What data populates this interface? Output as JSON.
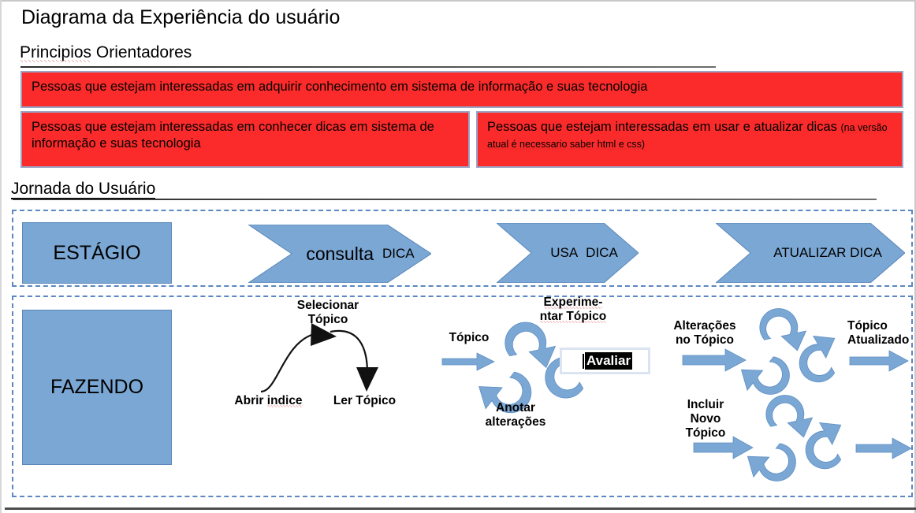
{
  "document": {
    "title": "Diagrama da Experiência do usuário"
  },
  "sections": {
    "principles": {
      "heading": "Principios Orientadores",
      "heading_misspelled_word": "Principios",
      "boxes": [
        {
          "id": "principle-1",
          "text": "Pessoas que estejam interessadas em adquirir conhecimento em sistema de informação e suas tecnologia"
        },
        {
          "id": "principle-2",
          "text": "Pessoas que estejam interessadas em conhecer dicas em sistema de informação e suas tecnologia"
        },
        {
          "id": "principle-3",
          "text_main": "Pessoas que estejam interessadas em usar e atualizar dicas",
          "text_note": "(na versão atual é necessario saber html e css)"
        }
      ]
    },
    "journey": {
      "heading": "Jornada do Usuário",
      "stage_row": {
        "label": "ESTÁGIO",
        "steps": [
          {
            "id": "step-consulta",
            "primary": "consulta",
            "secondary": "DICA"
          },
          {
            "id": "step-usa",
            "primary": "USA",
            "secondary": "DICA"
          },
          {
            "id": "step-atualizar",
            "primary": "ATUALIZAR DICA",
            "secondary": ""
          }
        ]
      },
      "doing_row": {
        "label": "FAZENDO",
        "group_read": {
          "start_label": "Abrir indice",
          "start_misspelled_word": "indice",
          "peak_label_line1": "Selecionar",
          "peak_label_line2": "Tópico",
          "end_label": "Ler Tópico"
        },
        "group_use": {
          "input_label": "Tópico",
          "cycle_top_line1": "Experime-",
          "cycle_top_line2": "ntar Tópico",
          "cycle_bottom_line1": "Anotar",
          "cycle_bottom_line2": "alterações",
          "editbox_value": "Avaliar"
        },
        "group_update": {
          "input_line1": "Alterações",
          "input_line2": "no Tópico",
          "output_line1": "Tópico",
          "output_line2": "Atualizado"
        },
        "group_new": {
          "input_line1": "Incluir",
          "input_line2": "Novo",
          "input_line3": "Tópico"
        }
      }
    }
  },
  "colors": {
    "red_box_fill": "#FC2B2B",
    "red_box_border": "#9AA4C6",
    "blue_shape_fill": "#7BA7D4",
    "blue_shape_stroke": "#5B87BB",
    "dash_border": "#5B87C2",
    "heading_rule": "#2C2C2C",
    "selection_bg": "#000000",
    "selection_fg": "#FFFFFF"
  }
}
